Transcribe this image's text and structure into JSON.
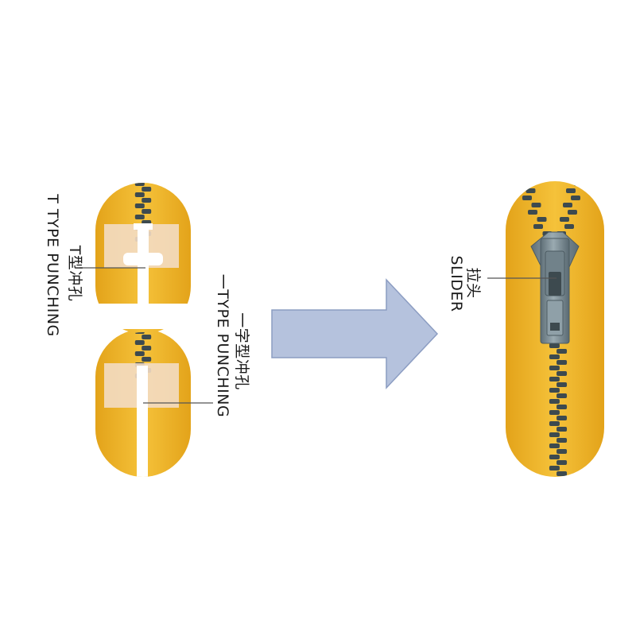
{
  "colors": {
    "tape": "#f1ba2c",
    "tape_dark": "#dc9e16",
    "teeth": "#3d4a4f",
    "arrow_fill": "#b5c2dd",
    "arrow_stroke": "#8c9dc2",
    "slider": "#7d8e96",
    "leader_line": "#555555"
  },
  "labels": {
    "t_type_cn": "T型冲孔",
    "t_type_en": "T TYPE PUNCHING",
    "i_type_cn": "一字型冲孔",
    "i_type_en": "一TYPE PUNCHING",
    "slider_cn": "拉头",
    "slider_en": "SLIDER"
  },
  "icons": {
    "process_arrow": "right-arrow-icon"
  }
}
